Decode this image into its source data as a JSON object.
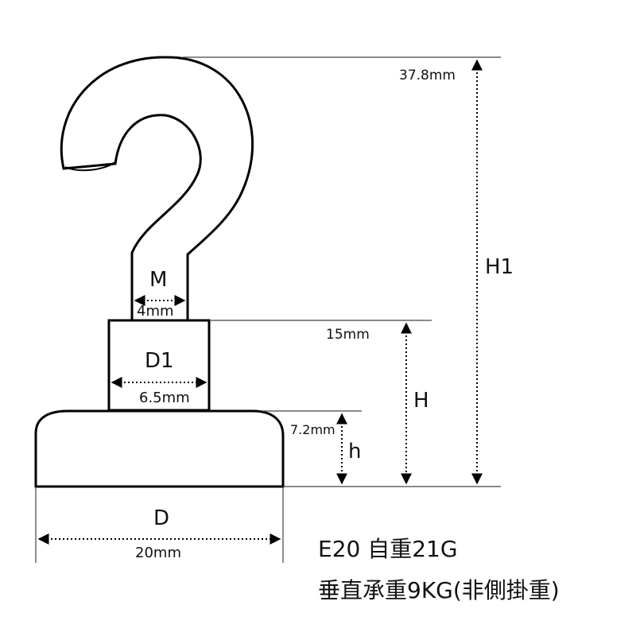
{
  "dimensions": {
    "hook_top": "37.8mm",
    "thread_label": "M",
    "thread_value": "4mm",
    "neck_label": "D1",
    "neck_value": "6.5mm",
    "neck_height": "15mm",
    "base_height": "7.2mm",
    "base_label": "D",
    "base_value": "20mm",
    "total_height_label": "H1",
    "stem_height_label": "H",
    "base_height_label": "h"
  },
  "caption": {
    "line1": "E20 自重21G",
    "line2": "垂直承重9KG(非側掛重)"
  },
  "colors": {
    "ink": "#000000",
    "background": "#ffffff"
  }
}
